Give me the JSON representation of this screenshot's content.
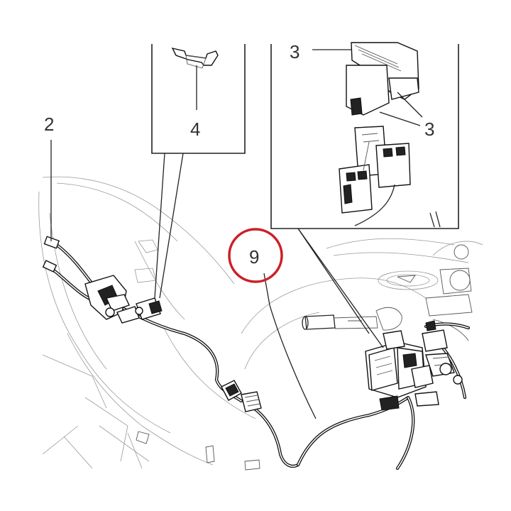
{
  "labels": {
    "l2": "2",
    "l3a": "3",
    "l3b": "3",
    "l4": "4",
    "l9": "9"
  },
  "colors": {
    "highlight_ring": "#cc2027",
    "line": "#222222",
    "background": "#ffffff"
  }
}
